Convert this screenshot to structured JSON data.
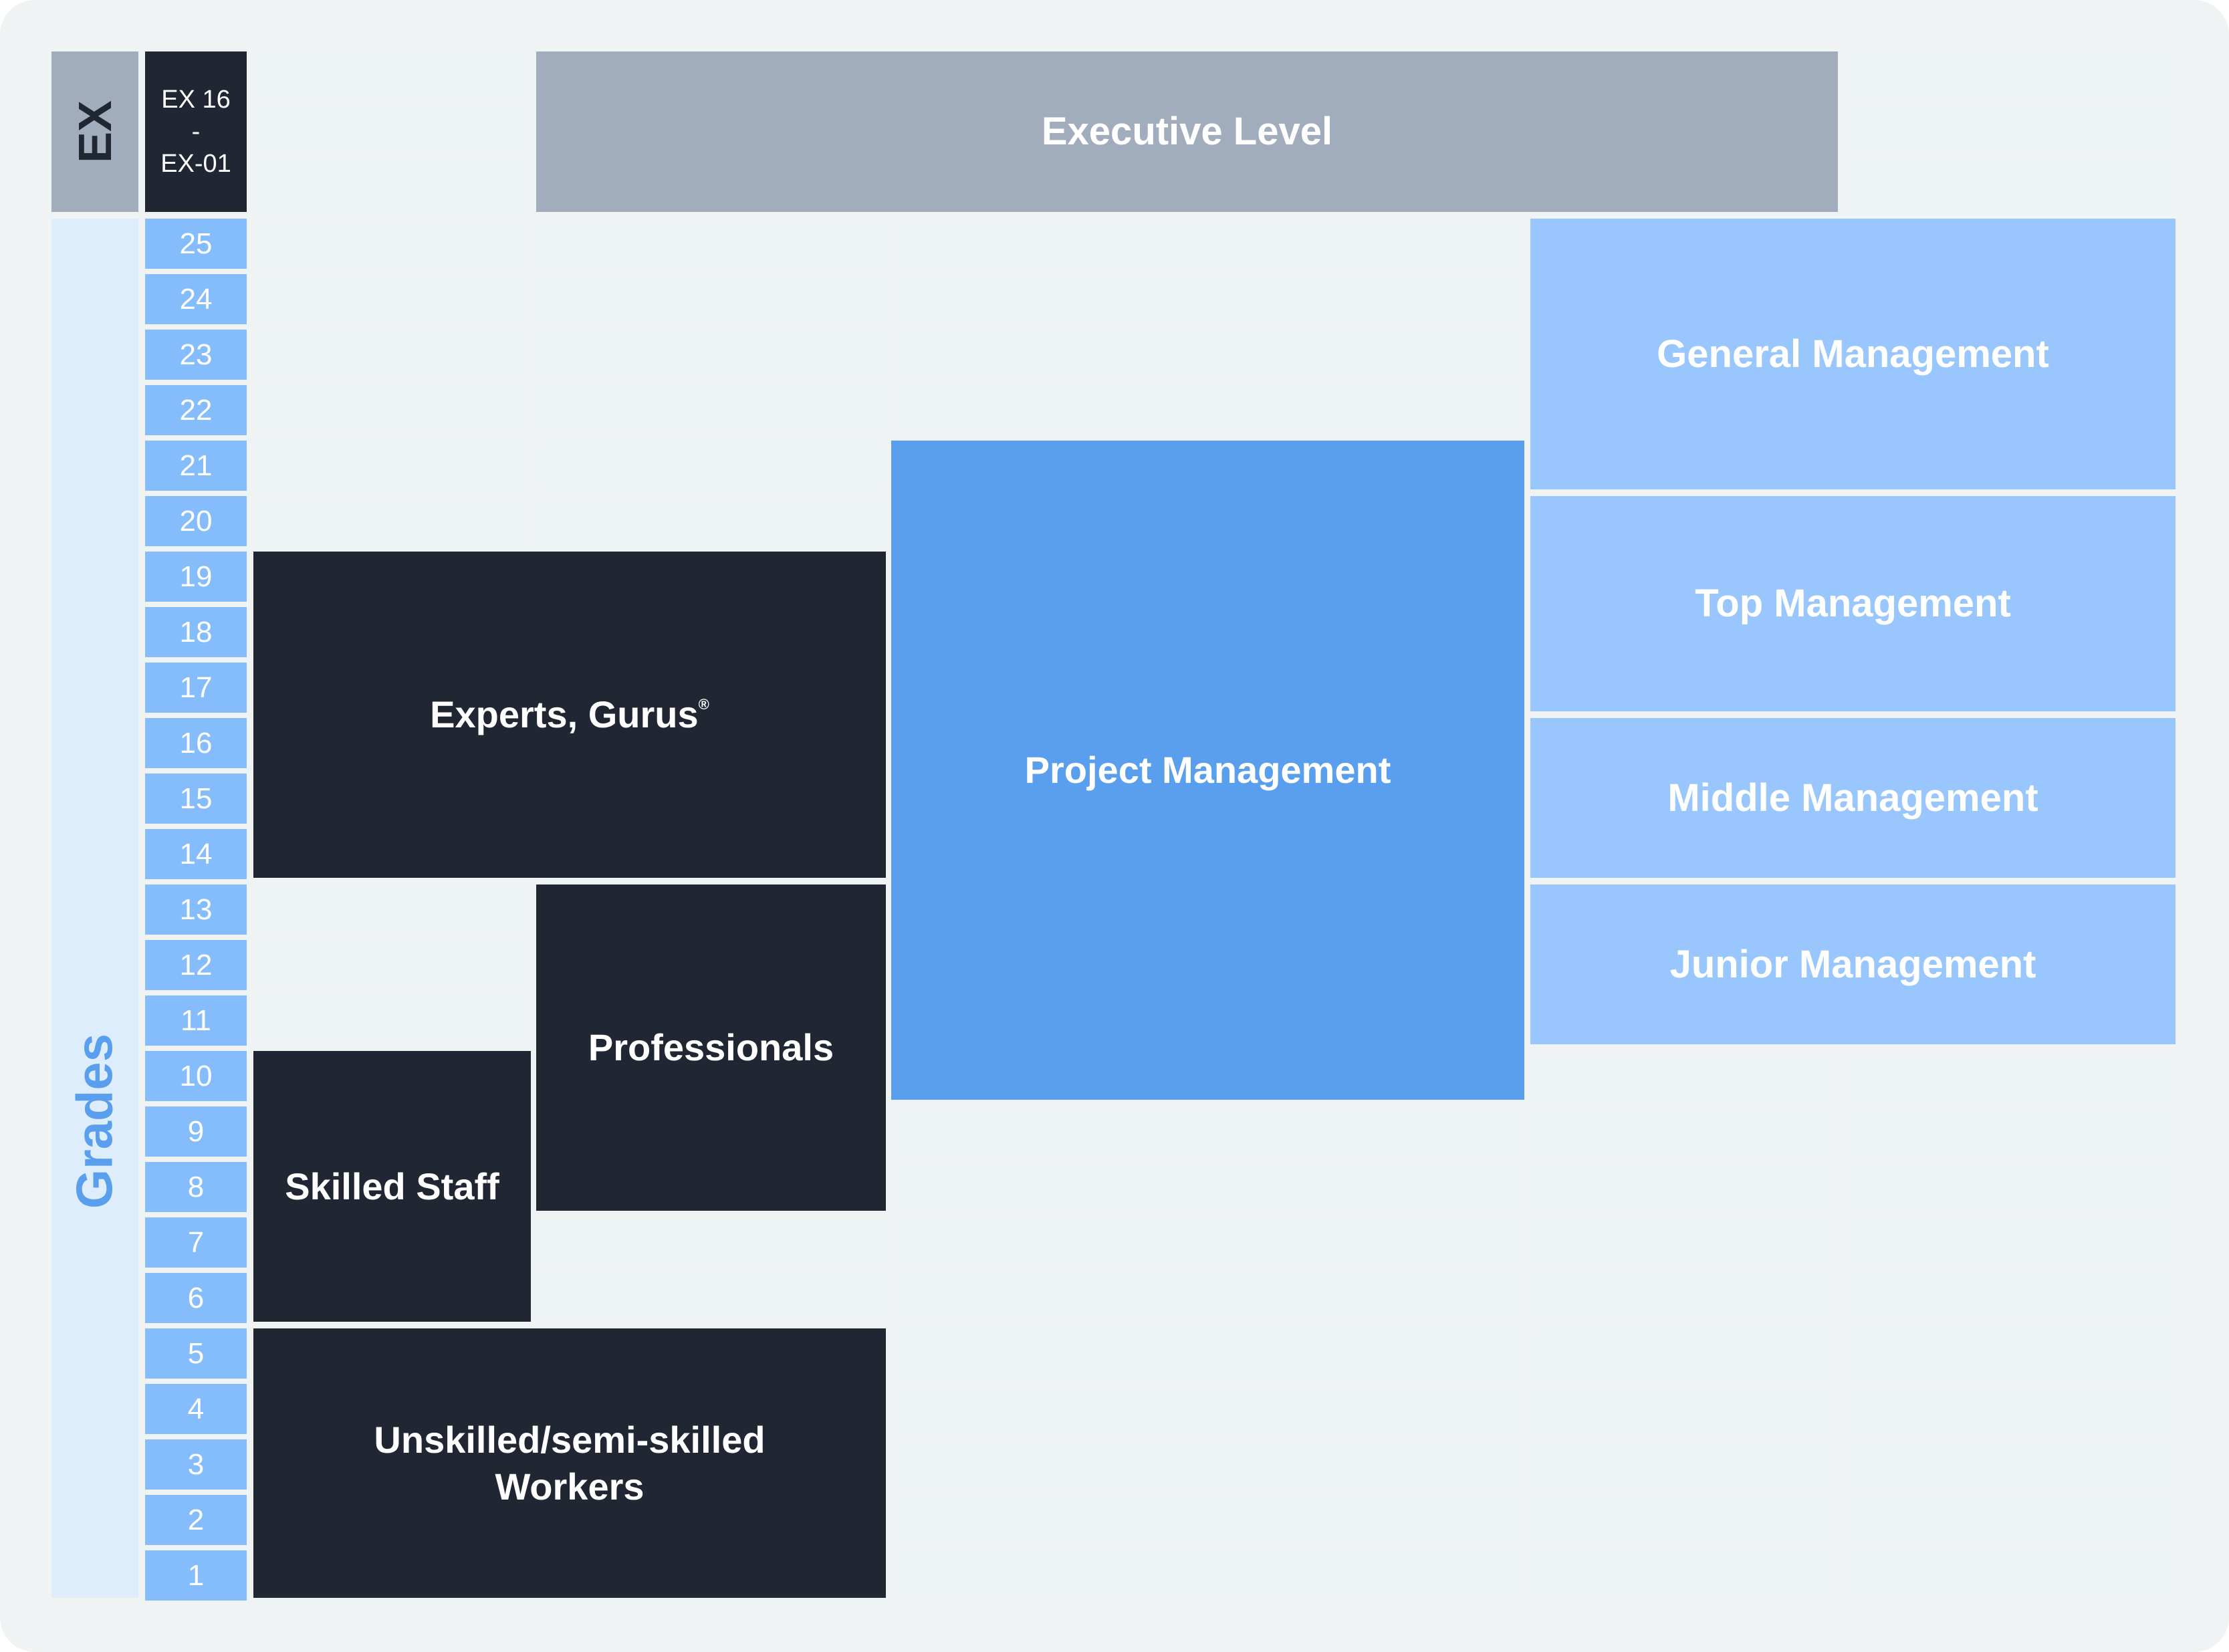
{
  "header": {
    "band_code": "EX",
    "range_top": "EX 16",
    "range_sep": "-",
    "range_bottom": "EX-01"
  },
  "axis": {
    "label": "Grades",
    "grades": [
      "25",
      "24",
      "23",
      "22",
      "21",
      "20",
      "19",
      "18",
      "17",
      "16",
      "15",
      "14",
      "13",
      "12",
      "11",
      "10",
      "9",
      "8",
      "7",
      "6",
      "5",
      "4",
      "3",
      "2",
      "1"
    ]
  },
  "blocks": {
    "executive": "Executive Level",
    "general_management": "General Management",
    "top_management": "Top Management",
    "middle_management": "Middle Management",
    "junior_management": "Junior Management",
    "project_management": "Project Management",
    "experts": "Experts, Gurus",
    "experts_mark": "®",
    "professionals": "Professionals",
    "skilled_staff": "Skilled Staff",
    "unskilled_line1": "Unskilled/semi-skilled",
    "unskilled_line2": "Workers"
  },
  "colors": {
    "dark_navy": "#212633",
    "executive_grey": "#a1adbc",
    "project_blue": "#5a9fed",
    "management_light_blue": "#99c7fd",
    "grade_blue": "#85bdfc",
    "background": "#f0f3f3"
  }
}
